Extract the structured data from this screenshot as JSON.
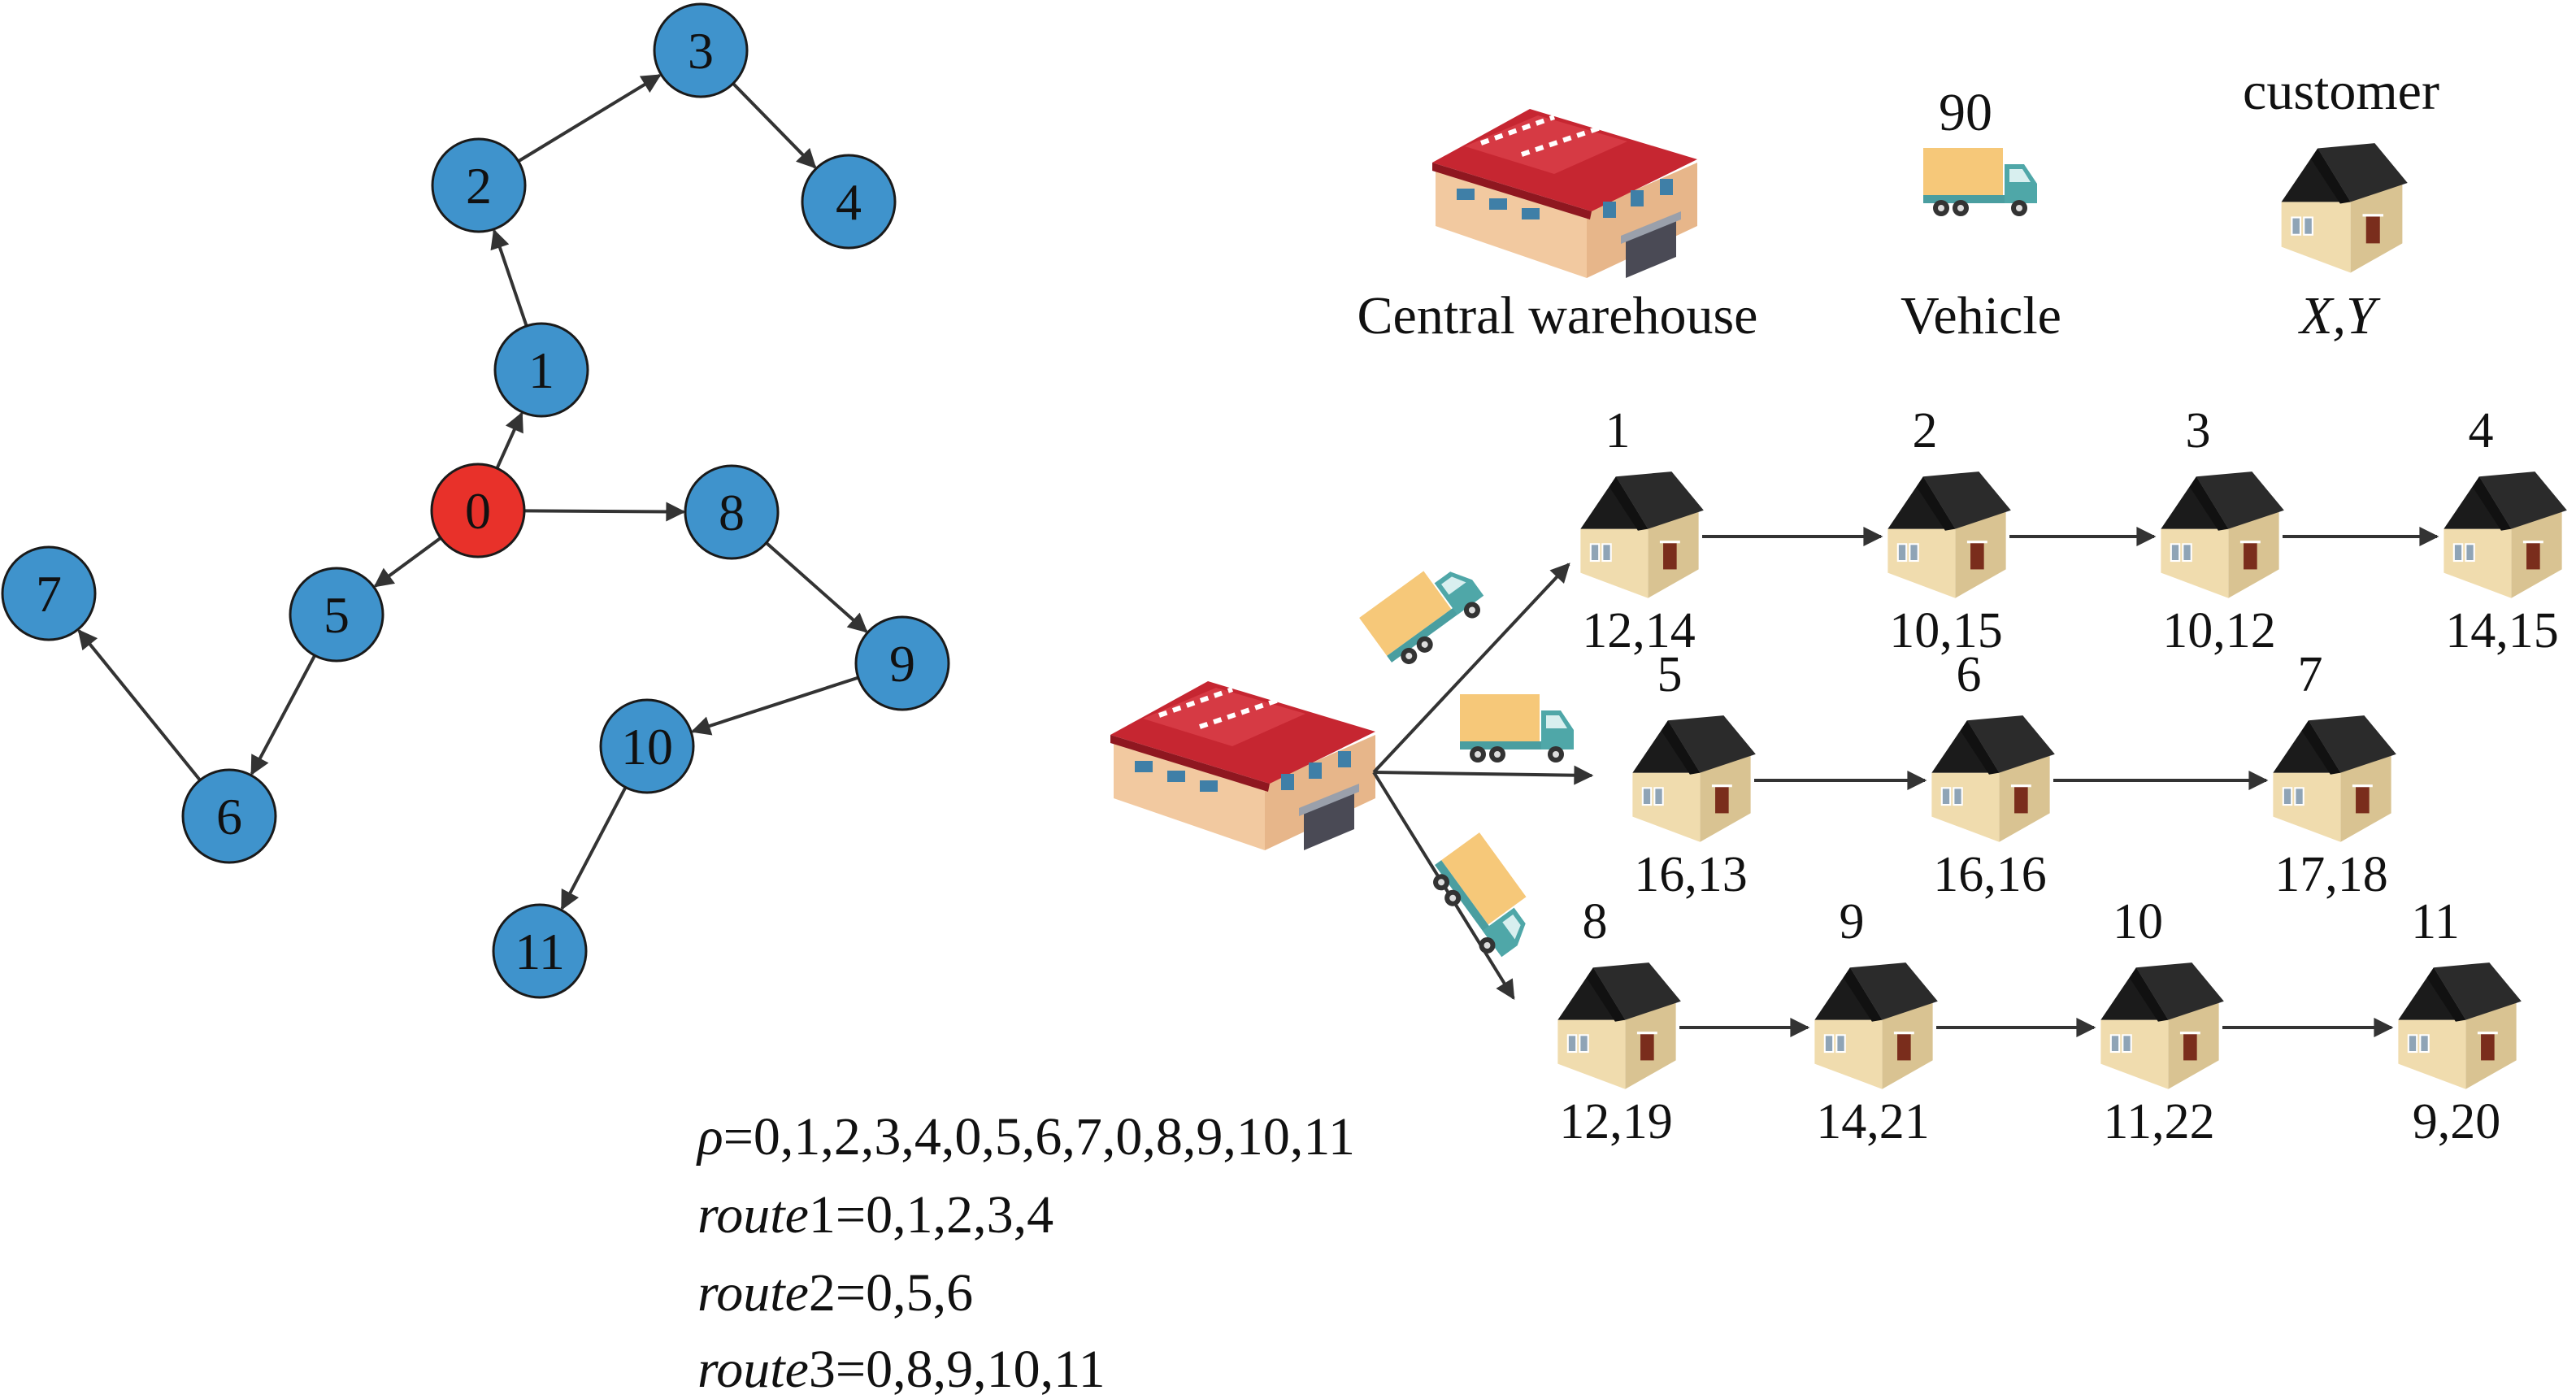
{
  "legend": {
    "warehouse_label": "Central warehouse",
    "vehicle_capacity": "90",
    "vehicle_label": "Vehicle",
    "customer_label": "customer",
    "customer_xy": "X,Y"
  },
  "graph": {
    "depot": "0",
    "nodes": [
      "1",
      "2",
      "3",
      "4",
      "5",
      "6",
      "7",
      "8",
      "9",
      "10",
      "11"
    ],
    "edges": [
      [
        "0",
        "1"
      ],
      [
        "1",
        "2"
      ],
      [
        "2",
        "3"
      ],
      [
        "3",
        "4"
      ],
      [
        "0",
        "5"
      ],
      [
        "5",
        "6"
      ],
      [
        "6",
        "7"
      ],
      [
        "0",
        "8"
      ],
      [
        "8",
        "9"
      ],
      [
        "9",
        "10"
      ],
      [
        "10",
        "11"
      ]
    ],
    "colors": {
      "depot": "#e8312a",
      "customer": "#3f93cc"
    }
  },
  "routes_diagram": [
    {
      "customers": [
        {
          "id": "1",
          "xy": "12,14"
        },
        {
          "id": "2",
          "xy": "10,15"
        },
        {
          "id": "3",
          "xy": "10,12"
        },
        {
          "id": "4",
          "xy": "14,15"
        }
      ]
    },
    {
      "customers": [
        {
          "id": "5",
          "xy": "16,13"
        },
        {
          "id": "6",
          "xy": "16,16"
        },
        {
          "id": "7",
          "xy": "17,18"
        }
      ]
    },
    {
      "customers": [
        {
          "id": "8",
          "xy": "12,19"
        },
        {
          "id": "9",
          "xy": "14,21"
        },
        {
          "id": "10",
          "xy": "11,22"
        },
        {
          "id": "11",
          "xy": "9,20"
        }
      ]
    }
  ],
  "formulas": {
    "rho_symbol": "ρ",
    "rho_value": "=0,1,2,3,4,0,5,6,7,0,8,9,10,11",
    "route1_name": "route",
    "route1_value": "1=0,1,2,3,4",
    "route2_name": "route",
    "route2_value": "2=0,5,6",
    "route3_name": "route",
    "route3_value": "3=0,8,9,10,11"
  }
}
